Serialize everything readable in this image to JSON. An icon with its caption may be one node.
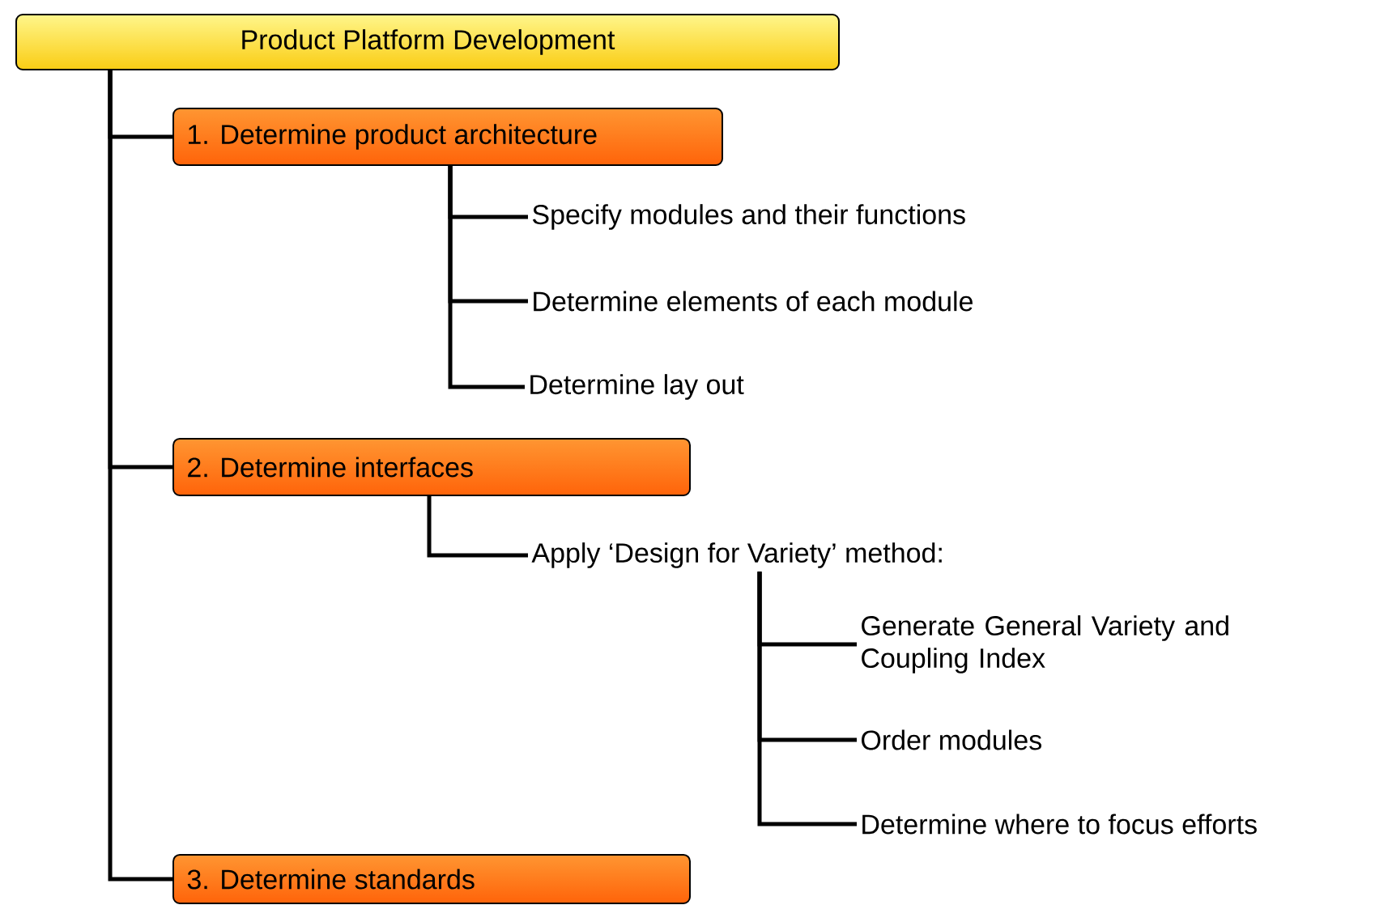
{
  "diagram": {
    "nodes": [
      {
        "text": [
          "Product Platform Development"
        ]
      },
      {
        "text": [
          "1. Determine product architecture"
        ]
      },
      {
        "text": [
          "Specify modules and their functions"
        ]
      },
      {
        "text": [
          "Determine elements of each module"
        ]
      },
      {
        "text": [
          "Determine lay out"
        ]
      },
      {
        "text": [
          "2. Determine interfaces"
        ]
      },
      {
        "text": [
          "Apply ‘Design for Variety’ method:"
        ]
      },
      {
        "text": [
          "Generate General Variety and Coupling Index"
        ]
      },
      {
        "text": [
          "Order modules"
        ]
      },
      {
        "text": [
          "Determine where to focus efforts"
        ]
      },
      {
        "text": [
          "3. Determine standards"
        ]
      }
    ],
    "edges": [
      {
        "from": 0,
        "to": 1,
        "arrow": "none"
      },
      {
        "from": 0,
        "to": 5,
        "arrow": "none"
      },
      {
        "from": 0,
        "to": 10,
        "arrow": "none"
      },
      {
        "from": 1,
        "to": 2,
        "arrow": "none"
      },
      {
        "from": 1,
        "to": 3,
        "arrow": "none"
      },
      {
        "from": 1,
        "to": 4,
        "arrow": "none"
      },
      {
        "from": 5,
        "to": 6,
        "arrow": "none"
      },
      {
        "from": 6,
        "to": 7,
        "arrow": "none"
      },
      {
        "from": 6,
        "to": 8,
        "arrow": "none"
      },
      {
        "from": 6,
        "to": 9,
        "arrow": "none"
      }
    ]
  }
}
